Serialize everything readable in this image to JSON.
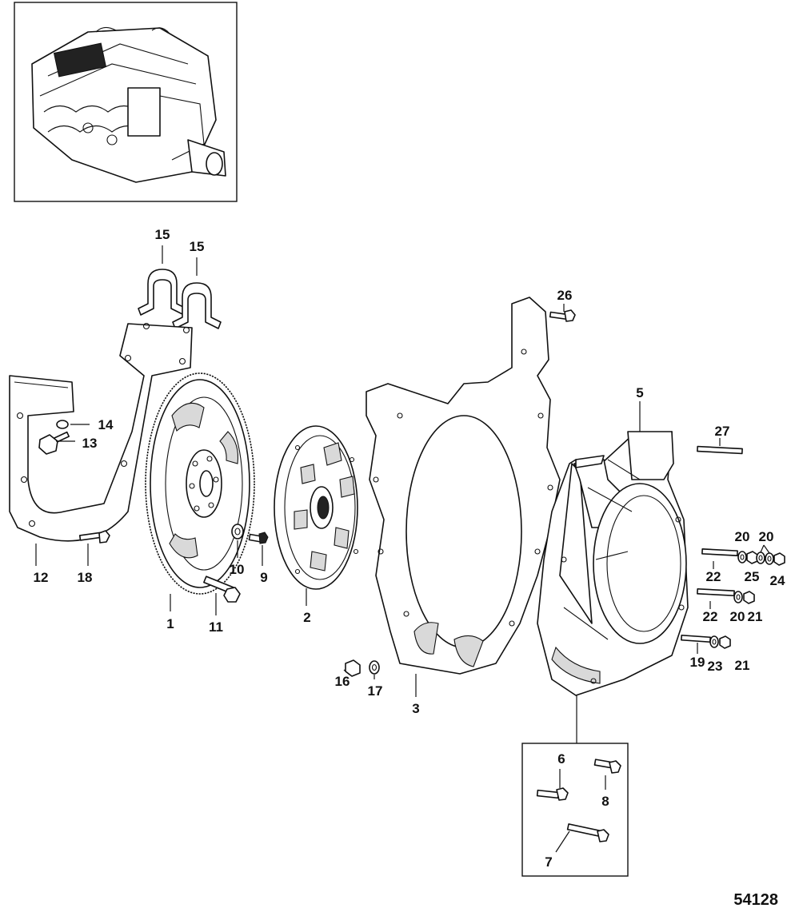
{
  "figure_number": "54128",
  "callouts": {
    "c1": "1",
    "c2": "2",
    "c3": "3",
    "c5": "5",
    "c6": "6",
    "c7": "7",
    "c8": "8",
    "c9": "9",
    "c10": "10",
    "c11": "11",
    "c12": "12",
    "c13": "13",
    "c14": "14",
    "c15a": "15",
    "c15b": "15",
    "c16": "16",
    "c17": "17",
    "c18": "18",
    "c19": "19",
    "c20a": "20",
    "c20b": "20",
    "c20c": "20",
    "c21a": "21",
    "c21b": "21",
    "c22a": "22",
    "c22b": "22",
    "c23": "23",
    "c24": "24",
    "c25": "25",
    "c26": "26",
    "c27": "27"
  }
}
